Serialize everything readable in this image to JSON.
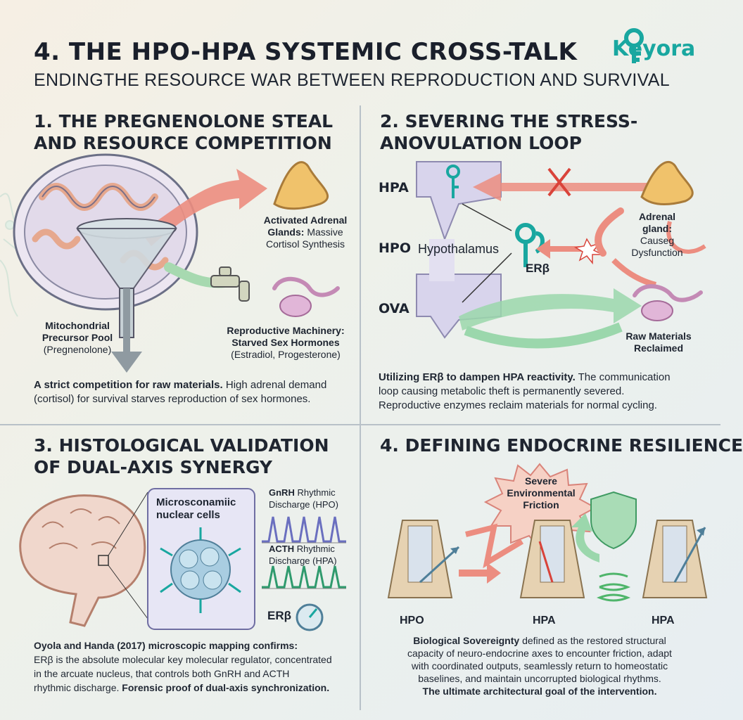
{
  "header": {
    "title": "4. THE HPO-HPA SYSTEMIC CROSS-TALK",
    "subtitle": "ENDINGTHE RESOURCE WAR BETWEEN REPRODUCTION AND SURVIVAL",
    "brand": "Keyora"
  },
  "colors": {
    "teal": "#19a7a0",
    "red_arrow": "#e8857a",
    "green_arrow": "#8fd1a4",
    "purple": "#b9a9d8",
    "adrenal": "#f0c26b"
  },
  "panel1": {
    "title_line1": "1. THE PREGNENOLONE STEAL",
    "title_line2": "AND RESOURCE COMPETITION",
    "adrenal_label_bold": "Activated Adrenal",
    "adrenal_label_bold2": "Glands:",
    "adrenal_label_rest": " Massive",
    "adrenal_label_line3": "Cortisol Synthesis",
    "pool_label_line1": "Mitochondrial",
    "pool_label_line2": "Precursor Pool",
    "pool_label_line3": "(Pregnenolone)",
    "repro_label_line1": "Reproductive Machinery:",
    "repro_label_line2": "Starved Sex Hormones",
    "repro_label_line3": "(Estradiol, Progesterone)",
    "caption_bold": "A strict competition for raw materials.",
    "caption_rest": " High adrenal demand",
    "caption_line2": "(cortisol) for survival starves reproduction of sex hormones."
  },
  "panel2": {
    "title_line1": "2. SEVERING THE STRESS-",
    "title_line2": "ANOVULATION LOOP",
    "label_hpa": "HPA",
    "label_hpo": "HPO",
    "label_hypothalamus": "Hypothalamus",
    "label_ova": "OVA",
    "label_erb": "ERβ",
    "adrenal_line1": "Adrenal",
    "adrenal_line2": "gland:",
    "adrenal_line3": "Causeg",
    "adrenal_line4": "Dysfunction",
    "raw_line1": "Raw Materials",
    "raw_line2": "Reclaimed",
    "caption_bold": "Utilizing ERβ to dampen HPA reactivity.",
    "caption_rest": " The communication",
    "caption_line2": "loop causing metabolic theft is permanently severed.",
    "caption_line3": "Reproductive enzymes reclaim materials for normal cycling."
  },
  "panel3": {
    "title_line1": "3. HISTOLOGICAL VALIDATION",
    "title_line2": "OF DUAL-AXIS SYNERGY",
    "micro_line1": "Microsconamiic",
    "micro_line2": "nuclear cells",
    "gnrh_bold": "GnRH",
    "gnrh_rest": " Rhythmic",
    "gnrh_line2": "Discharge (HPO)",
    "acth_bold": "ACTH",
    "acth_rest": " Rhythmic",
    "acth_line2": "Discharge (HPA)",
    "label_erb": "ERβ",
    "caption_bold1": "Oyola and Handa (2017) microscopic mapping confirms:",
    "caption_line2": "ERβ is the absolute molecular key molecular regulator, concentrated",
    "caption_line3": "in the arcuate nucleus, that controls both GnRH and ACTH",
    "caption_line4_rest": "rhythmic discharge.",
    "caption_line4_bold": " Forensic proof of dual-axis synchronization."
  },
  "panel4": {
    "title": "4. DEFINING ENDOCRINE RESILIENCE",
    "burst_line1": "Severe",
    "burst_line2": "Environmental",
    "burst_line3": "Friction",
    "label_left": "HPO",
    "label_mid": "HPA",
    "label_right": "HPA",
    "caption_bold": "Biological Sovereignty",
    "caption_rest": " defined as the restored structural",
    "caption_line2": "capacity of neuro-endocrine axes to encounter friction, adapt",
    "caption_line3": "with coordinated outputs, seamlessly return to homeostatic",
    "caption_line4": "baselines, and maintain uncorrupted biological rhythms.",
    "caption_line5": "The ultimate architectural goal of the intervention."
  }
}
